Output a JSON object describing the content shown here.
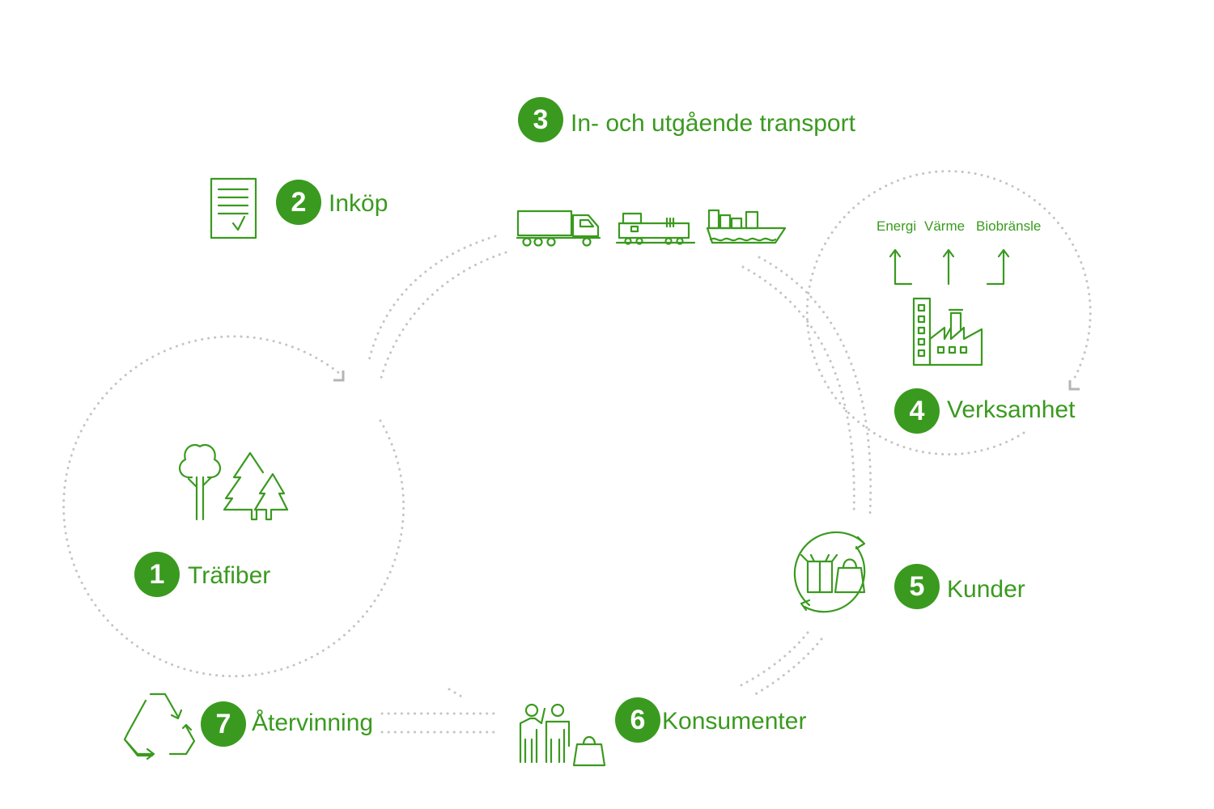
{
  "colors": {
    "accent": "#3a9a1f",
    "dotted": "#c4c4c4"
  },
  "steps": [
    {
      "num": "1",
      "label": "Träfiber"
    },
    {
      "num": "2",
      "label": "Inköp"
    },
    {
      "num": "3",
      "label": "In- och utgående transport"
    },
    {
      "num": "4",
      "label": "Verksamhet"
    },
    {
      "num": "5",
      "label": "Kunder"
    },
    {
      "num": "6",
      "label": "Konsumenter"
    },
    {
      "num": "7",
      "label": "Återvinning"
    }
  ],
  "outputs": [
    "Energi",
    "Värme",
    "Biobränsle"
  ],
  "icons": {
    "step1": "trees-icon",
    "step2": "document-check-icon",
    "step3": [
      "truck-icon",
      "train-icon",
      "ship-icon"
    ],
    "step4": "factory-icon",
    "step5": "boxes-cycle-icon",
    "step6": "consumers-icon",
    "step7": "recycle-icon"
  }
}
